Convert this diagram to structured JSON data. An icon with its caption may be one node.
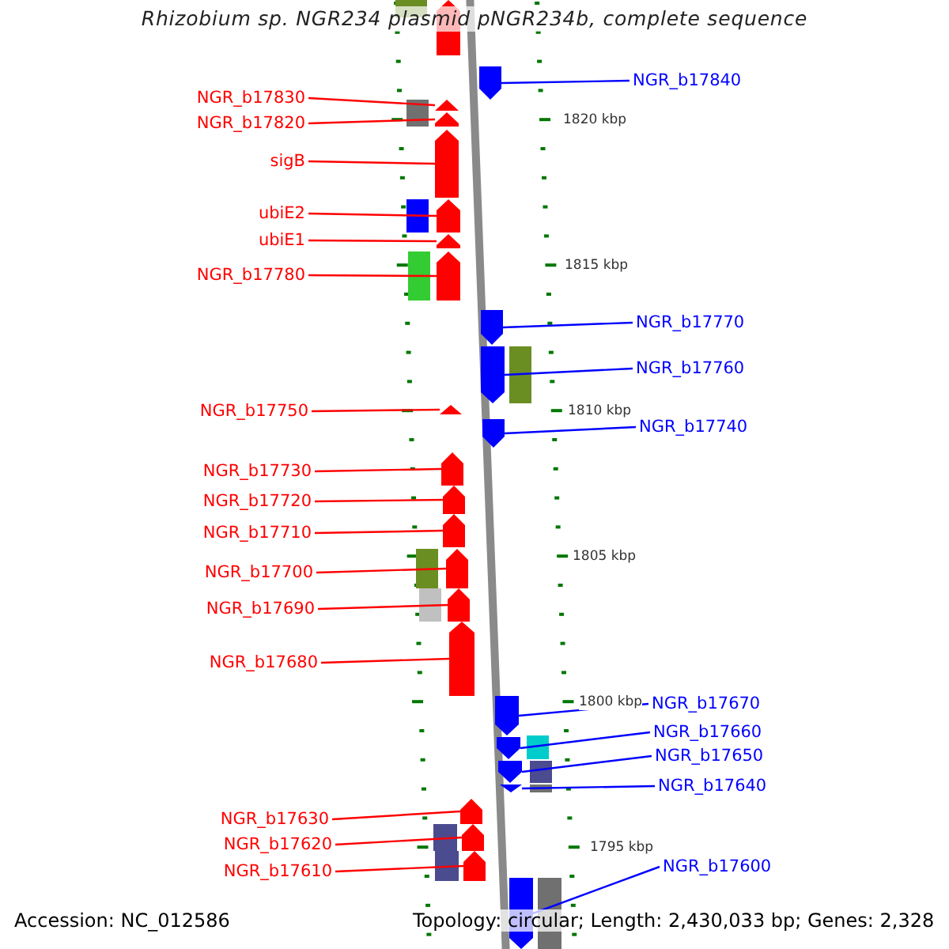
{
  "diagram": {
    "title": "Rhizobium sp. NGR234 plasmid pNGR234b, complete sequence",
    "nodes": [
      {
        "text": [
          "NGR_b17840"
        ]
      },
      {
        "text": [],
        "shape": "arrow"
      },
      {
        "text": [
          "NGR_b17830"
        ]
      },
      {
        "text": [],
        "shape": "arrow"
      },
      {
        "text": [
          "NGR_b17820"
        ]
      },
      {
        "text": [],
        "shape": "arrow"
      },
      {
        "text": [
          "sigB"
        ]
      },
      {
        "text": [],
        "shape": "arrow"
      },
      {
        "text": [
          "ubiE2"
        ]
      },
      {
        "text": [],
        "shape": "arrow"
      },
      {
        "text": [
          "ubiE1"
        ]
      },
      {
        "text": [],
        "shape": "arrow"
      },
      {
        "text": [
          "NGR_b17780"
        ]
      },
      {
        "text": [],
        "shape": "arrow"
      },
      {
        "text": [
          "NGR_b17770"
        ]
      },
      {
        "text": [],
        "shape": "arrow"
      },
      {
        "text": [
          "NGR_b17760"
        ]
      },
      {
        "text": [],
        "shape": "arrow"
      },
      {
        "text": [
          "NGR_b17750"
        ]
      },
      {
        "text": [],
        "shape": "arrow"
      },
      {
        "text": [
          "NGR_b17740"
        ]
      },
      {
        "text": [],
        "shape": "arrow"
      },
      {
        "text": [
          "NGR_b17730"
        ]
      },
      {
        "text": [],
        "shape": "arrow"
      },
      {
        "text": [
          "NGR_b17720"
        ]
      },
      {
        "text": [],
        "shape": "arrow"
      },
      {
        "text": [
          "NGR_b17710"
        ]
      },
      {
        "text": [],
        "shape": "arrow"
      },
      {
        "text": [
          "NGR_b17700"
        ]
      },
      {
        "text": [],
        "shape": "arrow"
      },
      {
        "text": [
          "NGR_b17690"
        ]
      },
      {
        "text": [],
        "shape": "arrow"
      },
      {
        "text": [
          "NGR_b17680"
        ]
      },
      {
        "text": [],
        "shape": "arrow"
      },
      {
        "text": [
          "NGR_b17670"
        ]
      },
      {
        "text": [],
        "shape": "arrow"
      },
      {
        "text": [
          "NGR_b17660"
        ]
      },
      {
        "text": [],
        "shape": "arrow"
      },
      {
        "text": [
          "NGR_b17650"
        ]
      },
      {
        "text": [],
        "shape": "arrow"
      },
      {
        "text": [
          "NGR_b17640"
        ]
      },
      {
        "text": [],
        "shape": "arrow"
      },
      {
        "text": [
          "NGR_b17630"
        ]
      },
      {
        "text": [],
        "shape": "arrow"
      },
      {
        "text": [
          "NGR_b17620"
        ]
      },
      {
        "text": [],
        "shape": "arrow"
      },
      {
        "text": [
          "NGR_b17610"
        ]
      },
      {
        "text": [],
        "shape": "arrow"
      },
      {
        "text": [
          "NGR_b17600"
        ]
      },
      {
        "text": [],
        "shape": "arrow"
      }
    ],
    "edges": [
      {
        "from": 0,
        "to": 1,
        "arrow": "none",
        "color": "#0000ff"
      },
      {
        "from": 2,
        "to": 3,
        "arrow": "none",
        "color": "#ff0000"
      },
      {
        "from": 4,
        "to": 5,
        "arrow": "none",
        "color": "#ff0000"
      },
      {
        "from": 6,
        "to": 7,
        "arrow": "none",
        "color": "#ff0000"
      },
      {
        "from": 8,
        "to": 9,
        "arrow": "none",
        "color": "#ff0000"
      },
      {
        "from": 10,
        "to": 11,
        "arrow": "none",
        "color": "#ff0000"
      },
      {
        "from": 12,
        "to": 13,
        "arrow": "none",
        "color": "#ff0000"
      },
      {
        "from": 14,
        "to": 15,
        "arrow": "none",
        "color": "#0000ff"
      },
      {
        "from": 16,
        "to": 17,
        "arrow": "none",
        "color": "#0000ff"
      },
      {
        "from": 18,
        "to": 19,
        "arrow": "none",
        "color": "#ff0000"
      },
      {
        "from": 20,
        "to": 21,
        "arrow": "none",
        "color": "#0000ff"
      },
      {
        "from": 22,
        "to": 23,
        "arrow": "none",
        "color": "#ff0000"
      },
      {
        "from": 24,
        "to": 25,
        "arrow": "none",
        "color": "#ff0000"
      },
      {
        "from": 26,
        "to": 27,
        "arrow": "none",
        "color": "#ff0000"
      },
      {
        "from": 28,
        "to": 29,
        "arrow": "none",
        "color": "#ff0000"
      },
      {
        "from": 30,
        "to": 31,
        "arrow": "none",
        "color": "#ff0000"
      },
      {
        "from": 32,
        "to": 33,
        "arrow": "none",
        "color": "#ff0000"
      },
      {
        "from": 34,
        "to": 35,
        "arrow": "none",
        "color": "#0000ff"
      },
      {
        "from": 36,
        "to": 37,
        "arrow": "none",
        "color": "#0000ff"
      },
      {
        "from": 38,
        "to": 39,
        "arrow": "none",
        "color": "#0000ff"
      },
      {
        "from": 40,
        "to": 41,
        "arrow": "none",
        "color": "#0000ff"
      },
      {
        "from": 42,
        "to": 43,
        "arrow": "none",
        "color": "#ff0000"
      },
      {
        "from": 44,
        "to": 45,
        "arrow": "none",
        "color": "#ff0000"
      },
      {
        "from": 46,
        "to": 47,
        "arrow": "none",
        "color": "#ff0000"
      },
      {
        "from": 48,
        "to": 49,
        "arrow": "none",
        "color": "#0000ff"
      }
    ],
    "labels": [
      "1820 kbp",
      "1815 kbp",
      "1810 kbp",
      "1805 kbp",
      "1800 kbp",
      "1795 kbp",
      "Accession: NC_012586",
      "Topology: circular; Length: 2,430,033 bp; Genes: 2,328"
    ]
  }
}
